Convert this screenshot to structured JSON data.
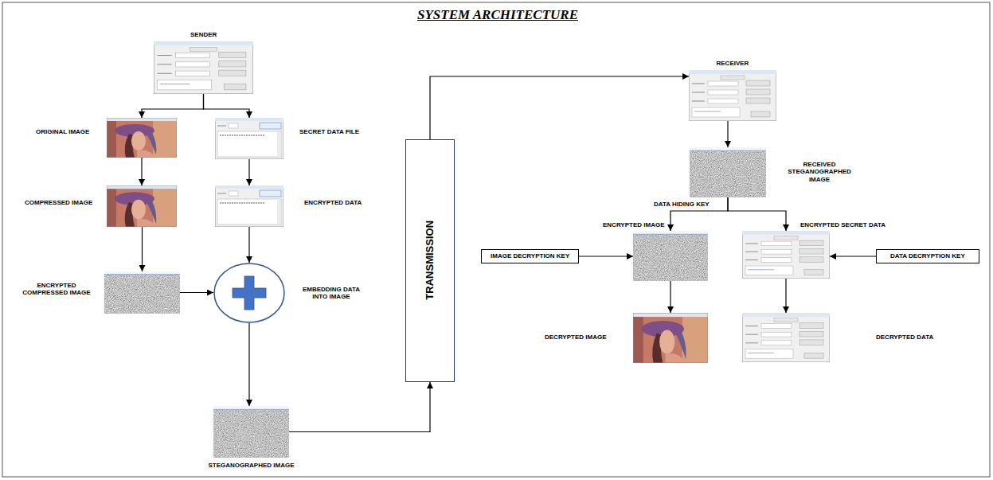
{
  "diagram": {
    "title": "SYSTEM ARCHITECTURE",
    "nodes": [
      {
        "text": [
          "SENDER"
        ]
      },
      {
        "text": [
          "ORIGINAL IMAGE"
        ]
      },
      {
        "text": [
          "SECRET DATA FILE"
        ]
      },
      {
        "text": [
          "COMPRESSED IMAGE"
        ]
      },
      {
        "text": [
          "ENCRYPTED DATA"
        ]
      },
      {
        "text": [
          "ENCRYPTED COMPRESSED IMAGE"
        ]
      },
      {
        "text": [
          "EMBEDDING DATA INTO IMAGE"
        ]
      },
      {
        "text": [
          "STEGANOGRAPHED IMAGE"
        ]
      },
      {
        "text": [
          "TRANSMISSION"
        ]
      },
      {
        "text": [
          "RECEIVER"
        ]
      },
      {
        "text": [
          "RECEIVED STEGANOGRAPHED IMAGE"
        ]
      },
      {
        "text": [
          "IMAGE DECRYPTION KEY"
        ]
      },
      {
        "text": [
          "ENCRYPTED IMAGE"
        ]
      },
      {
        "text": [
          "ENCRYPTED SECRET DATA"
        ]
      },
      {
        "text": [
          "DATA DECRYPTION KEY"
        ]
      },
      {
        "text": [
          "DECRYPTED IMAGE"
        ]
      },
      {
        "text": [
          "DECRYPTED DATA"
        ]
      }
    ],
    "edges": [
      {
        "from": 0,
        "to": 1,
        "arrow": "to"
      },
      {
        "from": 0,
        "to": 2,
        "arrow": "to"
      },
      {
        "from": 1,
        "to": 3,
        "arrow": "to"
      },
      {
        "from": 2,
        "to": 4,
        "arrow": "to"
      },
      {
        "from": 3,
        "to": 5,
        "arrow": "to"
      },
      {
        "from": 4,
        "to": 6,
        "arrow": "to"
      },
      {
        "from": 5,
        "to": 6,
        "arrow": "to"
      },
      {
        "from": 6,
        "to": 7,
        "arrow": "to"
      },
      {
        "from": 7,
        "to": 8,
        "arrow": "to"
      },
      {
        "from": 8,
        "to": 9,
        "arrow": "to"
      },
      {
        "from": 9,
        "to": 10,
        "arrow": "to"
      },
      {
        "from": 10,
        "to": 12,
        "label": "DATA HIDING KEY",
        "arrow": "to"
      },
      {
        "from": 10,
        "to": 13,
        "arrow": "to"
      },
      {
        "from": 11,
        "to": 12,
        "arrow": "to"
      },
      {
        "from": 14,
        "to": 13,
        "arrow": "to"
      },
      {
        "from": 12,
        "to": 15,
        "arrow": "to"
      },
      {
        "from": 13,
        "to": 16,
        "arrow": "to"
      }
    ]
  }
}
